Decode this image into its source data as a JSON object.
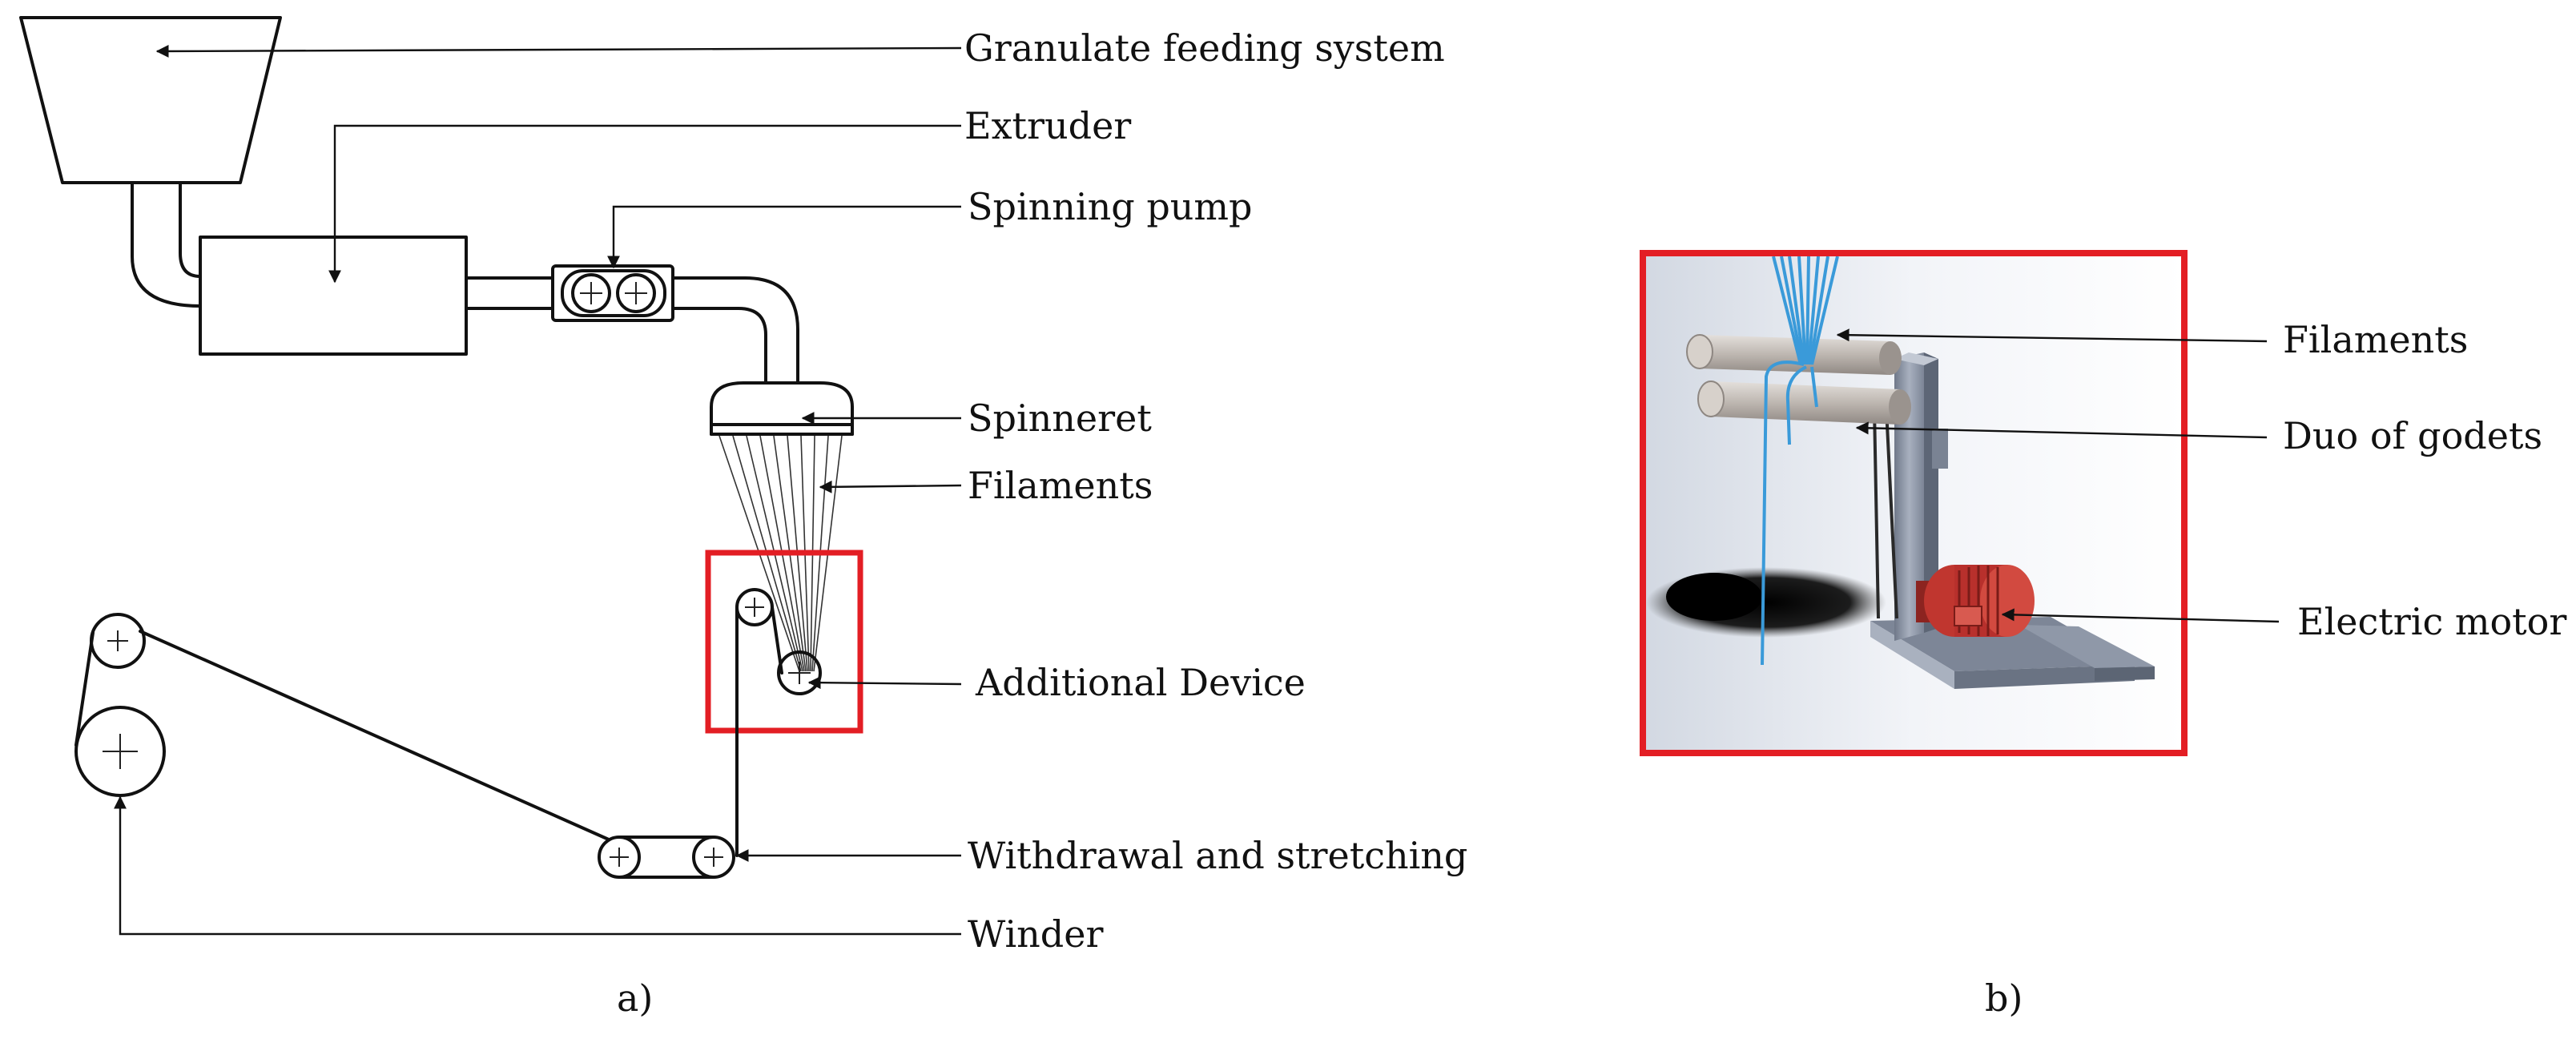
{
  "figure_a": {
    "caption": "a)",
    "labels": {
      "granulate": "Granulate feeding system",
      "extruder": "Extruder",
      "pump": "Spinning pump",
      "spinneret": "Spinneret",
      "filaments": "Filaments",
      "device": "Additional Device",
      "withdrawal": "Withdrawal and stretching",
      "winder": "Winder"
    }
  },
  "figure_b": {
    "caption": "b)",
    "labels": {
      "filaments": "Filaments",
      "godets": "Duo of godets",
      "motor": "Electric motor"
    }
  },
  "colors": {
    "highlight": "#e31e24",
    "filament_blue": "#3a9ad9",
    "motor_red": "#b8302c",
    "frame_gray": "#8d96a6"
  }
}
